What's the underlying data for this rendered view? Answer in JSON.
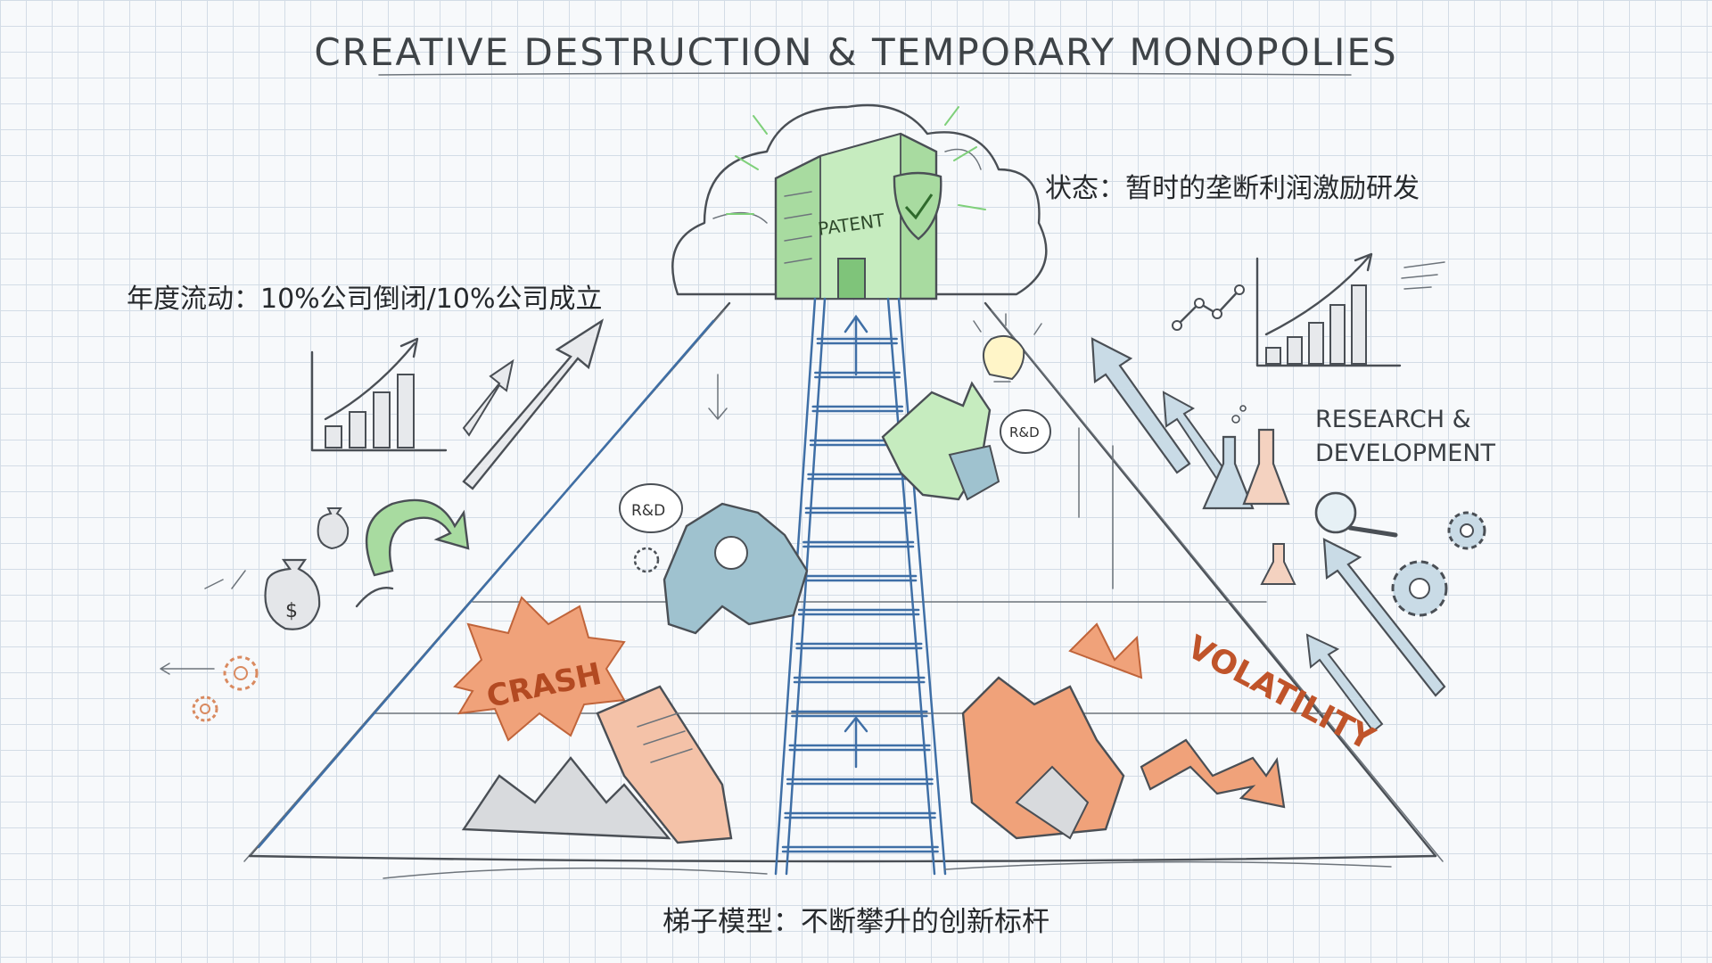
{
  "title": "CREATIVE DESTRUCTION & TEMPORARY MONOPOLIES",
  "labels": {
    "status": "状态：暂时的垄断利润激励研发",
    "annual_flow": "年度流动：10%公司倒闭/10%公司成立",
    "research_line1": "RESEARCH &",
    "research_line2": "DEVELOPMENT",
    "ladder_model": "梯子模型：不断攀升的创新标杆"
  },
  "sketch_text": {
    "patent": "PATENT",
    "crash": "CRASH",
    "volatility": "VOLATILITY",
    "rnd_bubble_left": "R&D",
    "rnd_bubble_right": "R&D",
    "dollar": "$"
  },
  "colors": {
    "grid": "#d3dce6",
    "ink": "#4a4f55",
    "ladder_blue": "#3f6fa6",
    "patent_green": "#a8dba0",
    "crash_orange": "#f0a27a",
    "gear_teal": "#9fc2cf"
  },
  "icons": [
    "cloud-icon",
    "patent-building-icon",
    "shield-check-icon",
    "ladder-icon",
    "growth-chart-icon",
    "money-bag-icon",
    "recycle-arrow-icon",
    "gear-icon",
    "lightbulb-icon",
    "flask-icon",
    "magnifier-icon",
    "crash-burst-icon",
    "rubble-icon",
    "volatility-arrow-icon"
  ]
}
